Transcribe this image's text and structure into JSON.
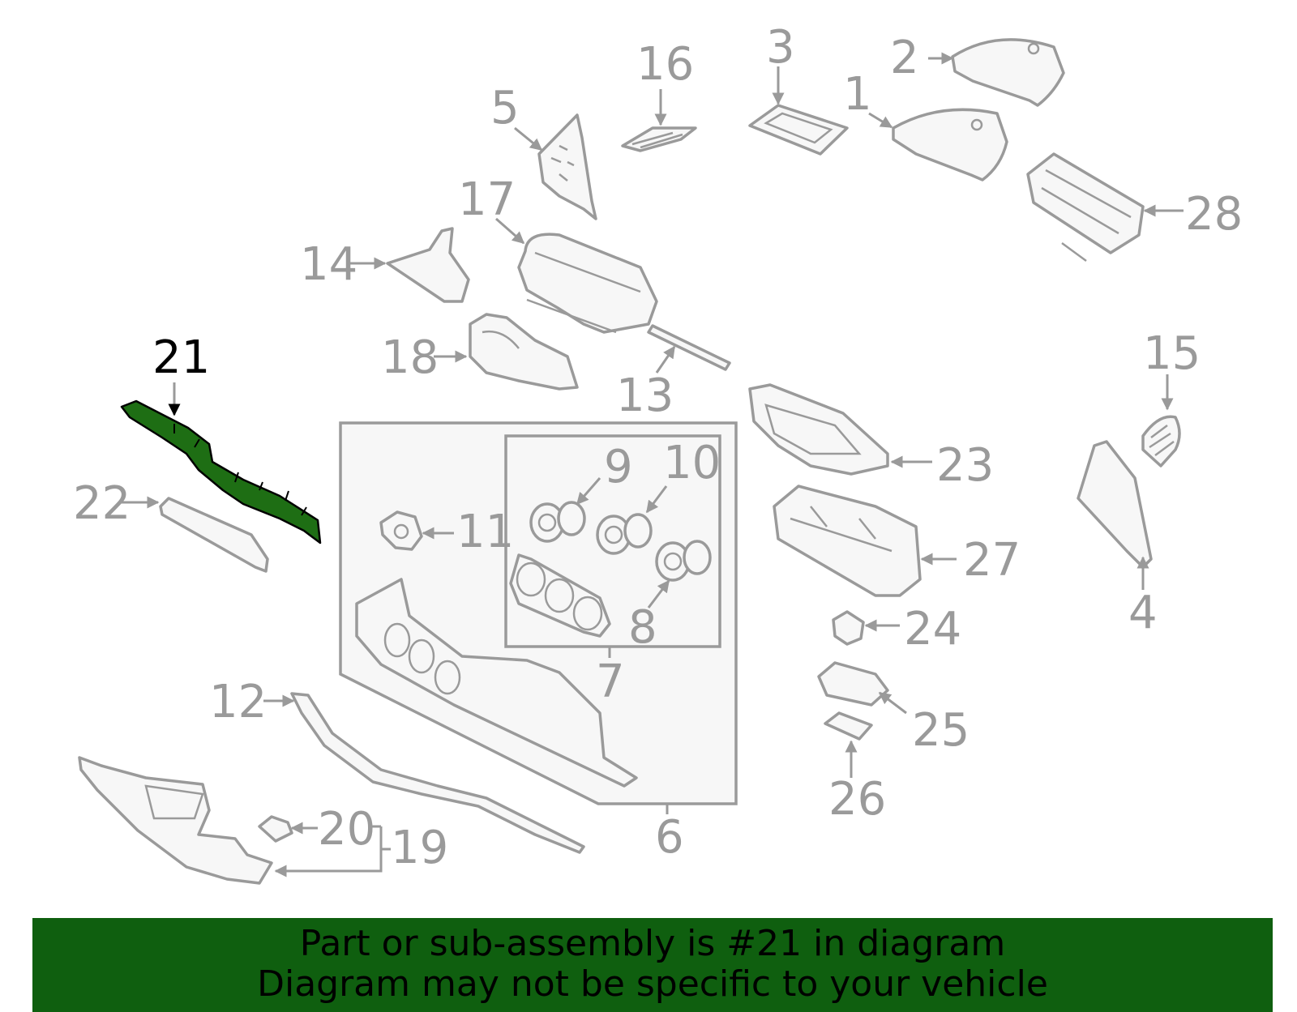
{
  "highlight_color": "#1e6e14",
  "banner_color": "#0f5f0f",
  "callouts": {
    "c1": "1",
    "c2": "2",
    "c3": "3",
    "c4": "4",
    "c5": "5",
    "c6": "6",
    "c7": "7",
    "c8": "8",
    "c9": "9",
    "c10": "10",
    "c11": "11",
    "c12": "12",
    "c13": "13",
    "c14": "14",
    "c15": "15",
    "c16": "16",
    "c17": "17",
    "c18": "18",
    "c19": "19",
    "c20": "20",
    "c21": "21",
    "c22": "22",
    "c23": "23",
    "c24": "24",
    "c25": "25",
    "c26": "26",
    "c27": "27",
    "c28": "28"
  },
  "highlighted_part": "21",
  "banner": {
    "line1": "Part or sub-assembly is #21 in diagram",
    "line2": "Diagram may not be specific to your vehicle"
  }
}
